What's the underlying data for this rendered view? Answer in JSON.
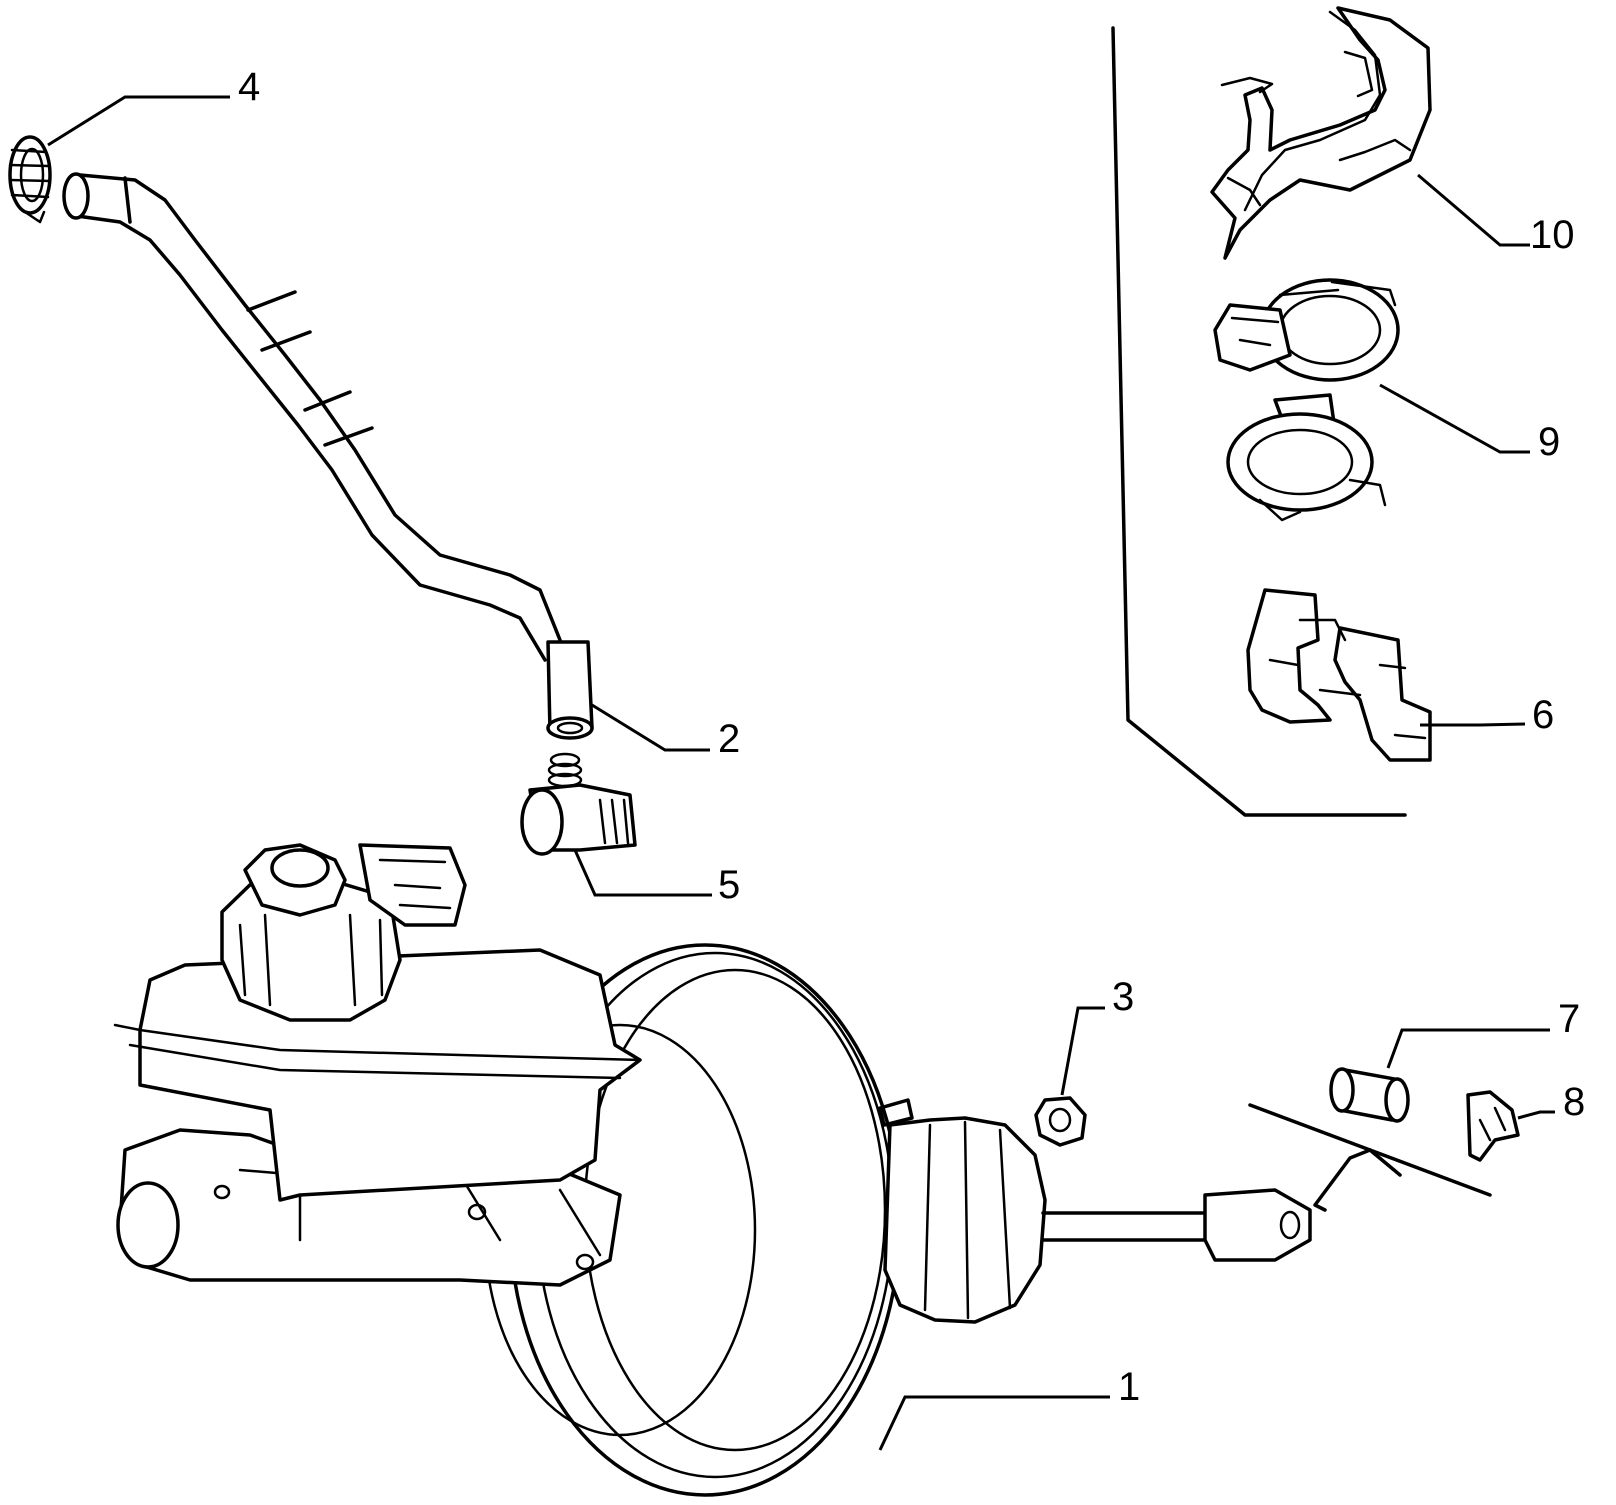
{
  "labels": {
    "p1": "1",
    "p2": "2",
    "p3": "3",
    "p4": "4",
    "p5": "5",
    "p6": "6",
    "p7": "7",
    "p8": "8",
    "p9": "9",
    "p10": "10"
  }
}
